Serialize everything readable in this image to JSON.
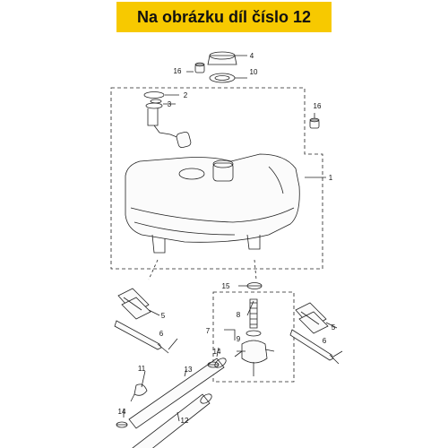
{
  "banner": {
    "title": "Na obrázku díl číslo 12",
    "color": "#f7c900"
  },
  "parts": [
    {
      "id": "p4",
      "label": "4"
    },
    {
      "id": "p16a",
      "label": "16"
    },
    {
      "id": "p10",
      "label": "10"
    },
    {
      "id": "p2",
      "label": "2"
    },
    {
      "id": "p3",
      "label": "3"
    },
    {
      "id": "p16b",
      "label": "16"
    },
    {
      "id": "p1",
      "label": "1"
    },
    {
      "id": "p15",
      "label": "15"
    },
    {
      "id": "p5a",
      "label": "5"
    },
    {
      "id": "p5b",
      "label": "5"
    },
    {
      "id": "p8",
      "label": "8"
    },
    {
      "id": "p7",
      "label": "7"
    },
    {
      "id": "p6a",
      "label": "6"
    },
    {
      "id": "p6b",
      "label": "6"
    },
    {
      "id": "p9",
      "label": "9"
    },
    {
      "id": "p14a",
      "label": "14"
    },
    {
      "id": "p11",
      "label": "11"
    },
    {
      "id": "p13",
      "label": "13"
    },
    {
      "id": "p14b",
      "label": "14"
    },
    {
      "id": "p12",
      "label": "12"
    }
  ]
}
